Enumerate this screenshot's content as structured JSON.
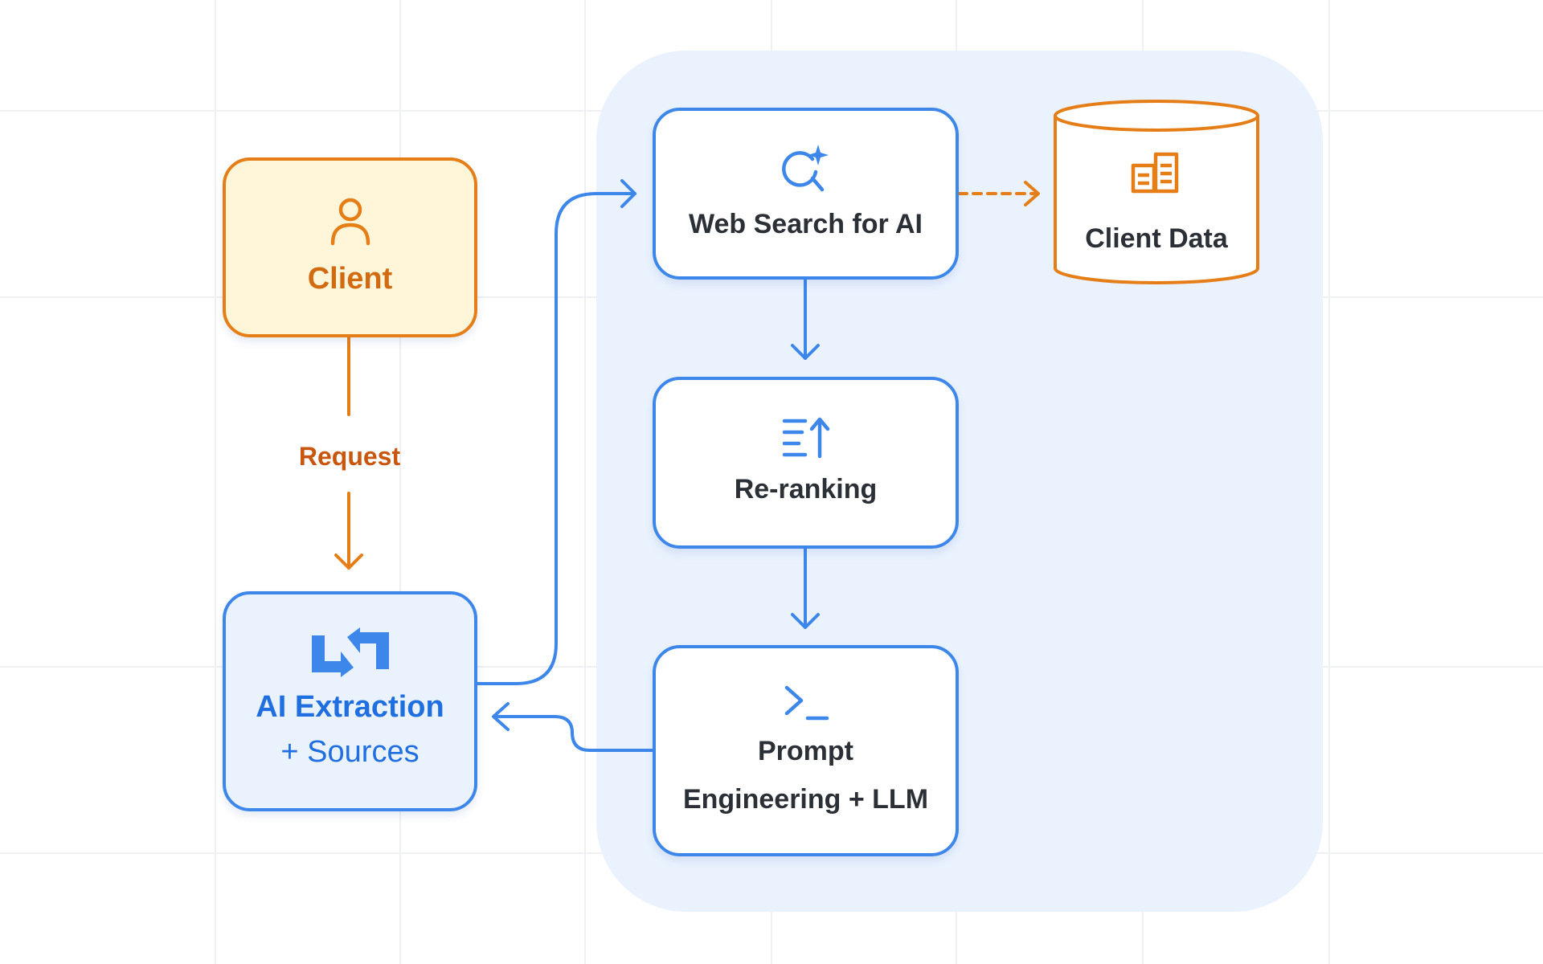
{
  "nodes": {
    "client": {
      "label": "Client",
      "icon": "user-icon"
    },
    "ai_extraction": {
      "title": "AI Extraction",
      "subtitle": "+ Sources",
      "icon": "swap-arrows-icon"
    },
    "web_search": {
      "label": "Web Search for AI",
      "icon": "sparkle-search-icon"
    },
    "reranking": {
      "label": "Re-ranking",
      "icon": "sort-list-icon"
    },
    "prompt": {
      "label_line1": "Prompt",
      "label_line2": "Engineering + LLM",
      "icon": "terminal-prompt-icon"
    },
    "client_data": {
      "label": "Client Data",
      "icon": "database-table-icon"
    }
  },
  "edges": {
    "request_label": "Request"
  },
  "colors": {
    "blue_accent": "#3d87ea",
    "blue_text": "#1f6fe0",
    "orange_accent": "#e67e17",
    "orange_text": "#c9560f",
    "client_fill": "#fff6d9",
    "panel_fill": "#eaf2fe"
  }
}
